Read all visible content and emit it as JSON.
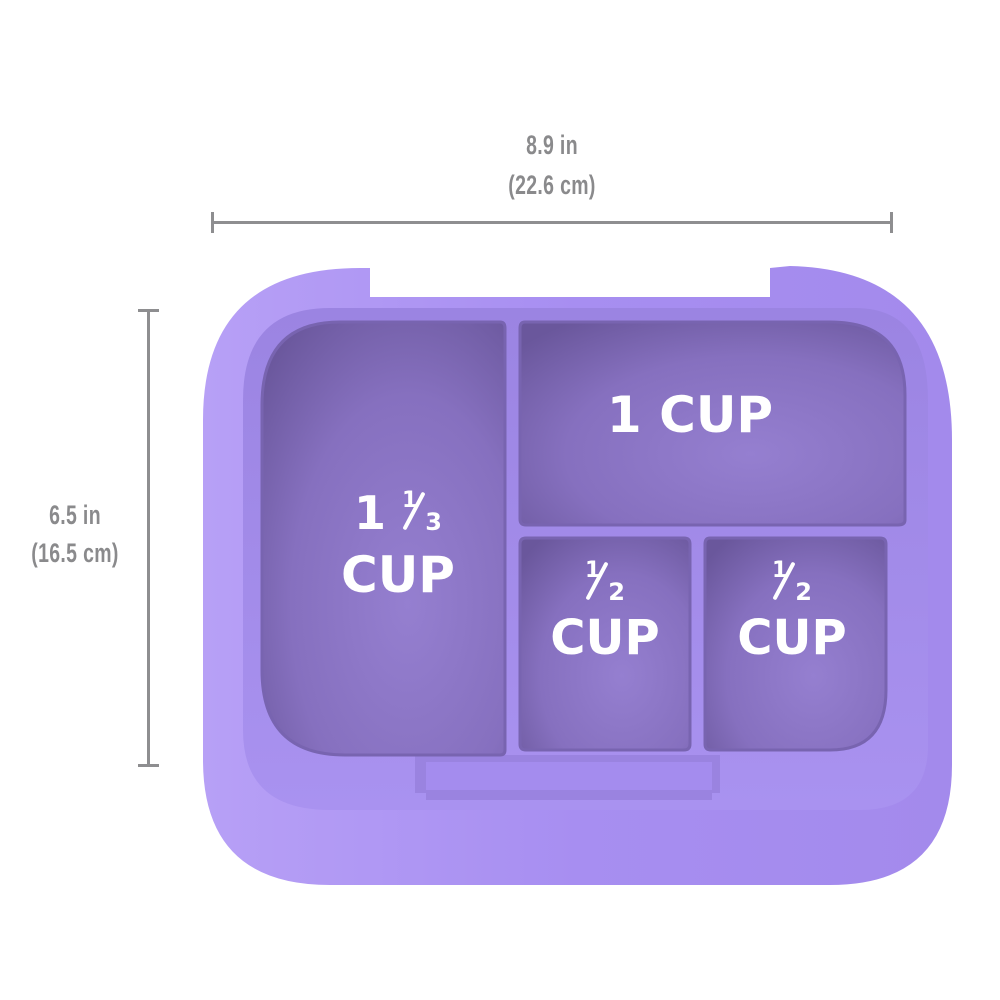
{
  "width_dimension": {
    "inches": "8.9 in",
    "centimeters": "(22.6 cm)"
  },
  "height_dimension": {
    "inches": "6.5 in",
    "centimeters": "(16.5 cm)"
  },
  "compartments": [
    {
      "id": "large-left",
      "whole": "1",
      "fraction_num": "1",
      "fraction_den": "3",
      "unit": "CUP"
    },
    {
      "id": "top-right",
      "text": "1 CUP"
    },
    {
      "id": "bottom-middle",
      "fraction_num": "1",
      "fraction_den": "2",
      "unit": "CUP"
    },
    {
      "id": "bottom-right",
      "fraction_num": "1",
      "fraction_den": "2",
      "unit": "CUP"
    }
  ],
  "colors": {
    "tray_rim": "#a88ef0",
    "tray_rim_light": "#b9a2f7",
    "compartment": "#8770c0",
    "compartment_dark": "#6d5aa0",
    "dimension_gray": "#8a8a8c"
  }
}
